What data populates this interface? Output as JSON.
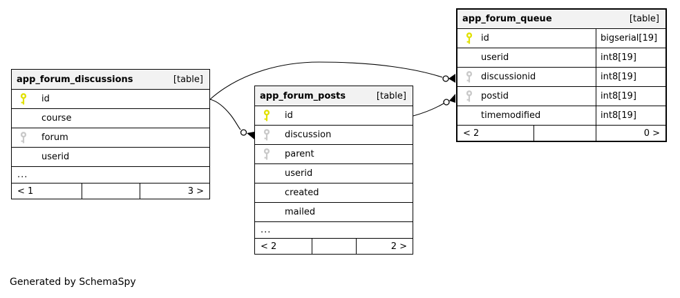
{
  "generator": "Generated by SchemaSpy",
  "tables": [
    {
      "name": "app_forum_discussions",
      "badge": "[table]",
      "columns": [
        {
          "name": "id",
          "key": "primary"
        },
        {
          "name": "course",
          "key": ""
        },
        {
          "name": "forum",
          "key": "foreign"
        },
        {
          "name": "userid",
          "key": ""
        }
      ],
      "more_indicator": "...",
      "pager": {
        "prev": "< 1",
        "middle": "",
        "next": "3 >"
      }
    },
    {
      "name": "app_forum_posts",
      "badge": "[table]",
      "columns": [
        {
          "name": "id",
          "key": "primary"
        },
        {
          "name": "discussion",
          "key": "foreign"
        },
        {
          "name": "parent",
          "key": "foreign"
        },
        {
          "name": "userid",
          "key": ""
        },
        {
          "name": "created",
          "key": ""
        },
        {
          "name": "mailed",
          "key": ""
        }
      ],
      "more_indicator": "...",
      "pager": {
        "prev": "< 2",
        "middle": "",
        "next": "2 >"
      }
    },
    {
      "name": "app_forum_queue",
      "badge": "[table]",
      "columns": [
        {
          "name": "id",
          "type": "bigserial[19]",
          "key": "primary"
        },
        {
          "name": "userid",
          "type": "int8[19]",
          "key": ""
        },
        {
          "name": "discussionid",
          "type": "int8[19]",
          "key": "foreign"
        },
        {
          "name": "postid",
          "type": "int8[19]",
          "key": "foreign"
        },
        {
          "name": "timemodified",
          "type": "int8[19]",
          "key": ""
        }
      ],
      "pager": {
        "prev": "< 2",
        "middle": "",
        "next": "0 >"
      }
    }
  ],
  "relationships": [
    {
      "parent": "app_forum_discussions.id",
      "child": "app_forum_posts.discussion",
      "child_end": "zero-or-many"
    },
    {
      "parent": "app_forum_discussions.id",
      "child": "app_forum_queue.discussionid",
      "child_end": "zero-or-many"
    },
    {
      "parent": "app_forum_posts.id",
      "child": "app_forum_queue.postid",
      "child_end": "zero-or-many"
    }
  ],
  "colors": {
    "primary_key": "#e1e100",
    "foreign_key": "#c9c9c9",
    "header_bg": "#f2f2f2",
    "border": "#000000",
    "background": "#ffffff"
  }
}
